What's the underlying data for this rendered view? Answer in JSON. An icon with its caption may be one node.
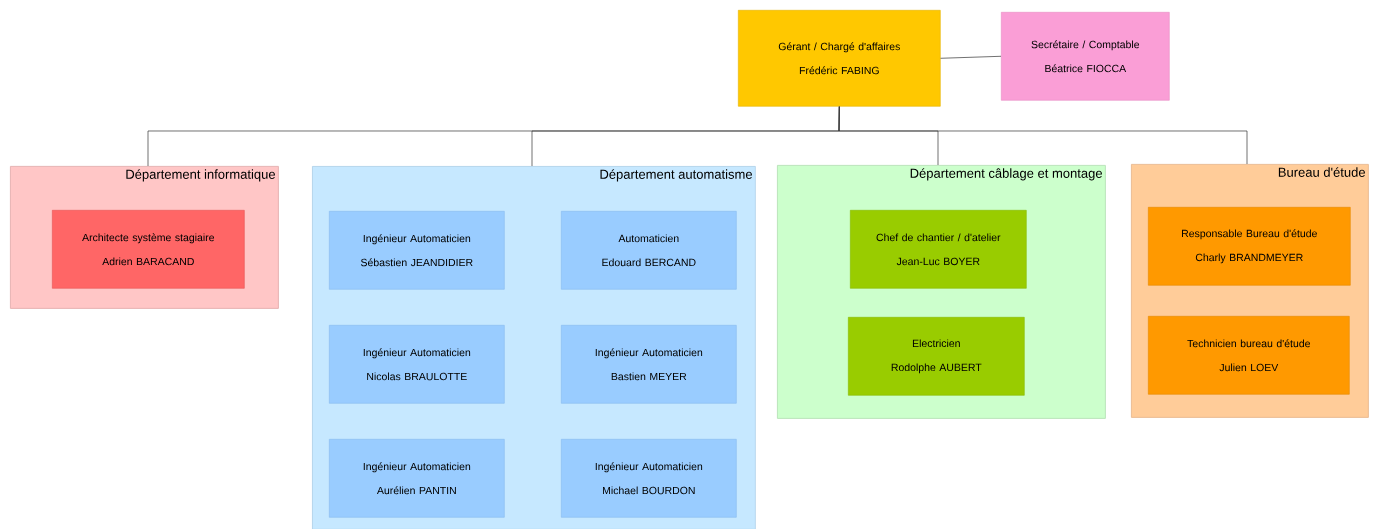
{
  "diagram": {
    "nodes": [
      {
        "text": [
          "Gérant / Chargé d'affaires",
          "Frédéric FABING"
        ]
      },
      {
        "text": [
          "Secrétaire / Comptable",
          "Béatrice FIOCCA"
        ]
      },
      {
        "text": [
          "Département informatique"
        ]
      },
      {
        "text": [
          "Architecte système stagiaire",
          "Adrien BARACAND"
        ],
        "in": 2
      },
      {
        "text": [
          "Département automatisme"
        ]
      },
      {
        "text": [
          "Ingénieur Automaticien",
          "Sébastien JEANDIDIER"
        ],
        "in": 4
      },
      {
        "text": [
          "Automaticien",
          "Edouard BERCAND"
        ],
        "in": 4
      },
      {
        "text": [
          "Ingénieur Automaticien",
          "Nicolas BRAULOTTE"
        ],
        "in": 4
      },
      {
        "text": [
          "Ingénieur Automaticien",
          "Bastien MEYER"
        ],
        "in": 4
      },
      {
        "text": [
          "Ingénieur Automaticien",
          "Aurélien PANTIN"
        ],
        "in": 4
      },
      {
        "text": [
          "Ingénieur Automaticien",
          "Michael BOURDON"
        ],
        "in": 4
      },
      {
        "text": [
          "Département câblage et montage"
        ]
      },
      {
        "text": [
          "Chef de chantier / d'atelier",
          "Jean-Luc BOYER"
        ],
        "in": 11
      },
      {
        "text": [
          "Electricien",
          "Rodolphe AUBERT"
        ],
        "in": 11
      },
      {
        "text": [
          "Bureau d'étude"
        ]
      },
      {
        "text": [
          "Responsable Bureau d'étude",
          "Charly BRANDMEYER"
        ],
        "in": 14
      },
      {
        "text": [
          "Technicien bureau d'étude",
          "Julien LOEV"
        ],
        "in": 14
      }
    ],
    "edges": [
      {
        "from": 0,
        "to": 1,
        "arrow": "none"
      },
      {
        "from": 0,
        "to": 2,
        "arrow": "none"
      },
      {
        "from": 0,
        "to": 4,
        "arrow": "none"
      },
      {
        "from": 0,
        "to": 11,
        "arrow": "none"
      },
      {
        "from": 0,
        "to": 14,
        "arrow": "none"
      }
    ]
  }
}
